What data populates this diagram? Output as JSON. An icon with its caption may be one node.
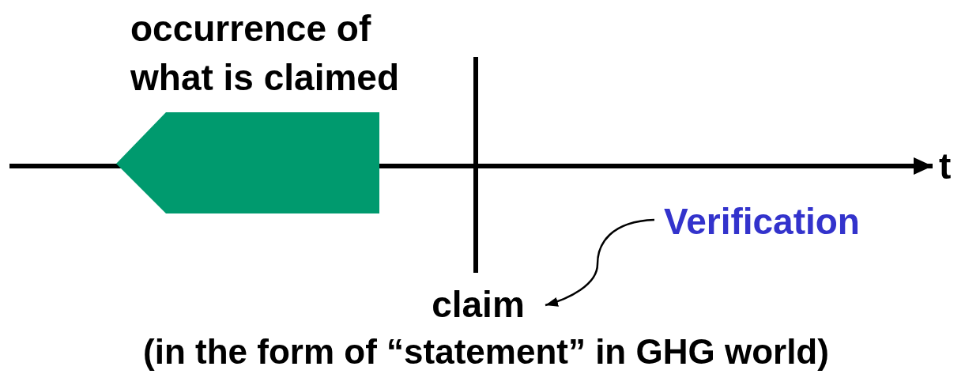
{
  "diagram": {
    "nodes": [
      {
        "text": [
          "occurrence of what is claimed"
        ]
      },
      {
        "text": [
          "claim",
          "(in the form of “statement” in GHG world)"
        ]
      },
      {
        "text": [
          "Verification"
        ]
      }
    ],
    "edges": [
      {
        "from": 2,
        "to": 1,
        "arrow": "to"
      }
    ],
    "labels": [
      "t"
    ]
  }
}
